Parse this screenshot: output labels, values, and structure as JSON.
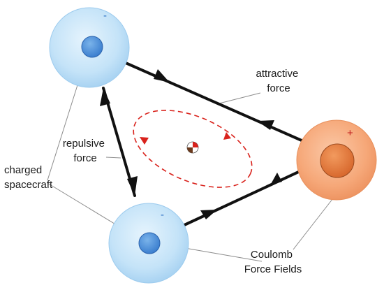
{
  "labels": {
    "attractive_line1": "attractive",
    "attractive_line2": "force",
    "repulsive_line1": "repulsive",
    "repulsive_line2": "force",
    "spacecraft_line1": "charged",
    "spacecraft_line2": "spacecraft",
    "coulomb_line1": "Coulomb",
    "coulomb_line2": "Force Fields"
  },
  "charges": {
    "top_left": "-",
    "bottom": "-",
    "right": "+"
  },
  "colors": {
    "negative_field": "#b8dcf5",
    "negative_core": "#4a90d9",
    "positive_field": "#f7a77c",
    "positive_core": "#e07838",
    "force_line": "#111111",
    "orbit": "#d9221c",
    "leader_line": "#8c8c8c",
    "negative_sign": "#2a6fc4",
    "positive_sign": "#c21f1f"
  },
  "icons": {
    "center_marker": "center-of-mass-icon"
  }
}
